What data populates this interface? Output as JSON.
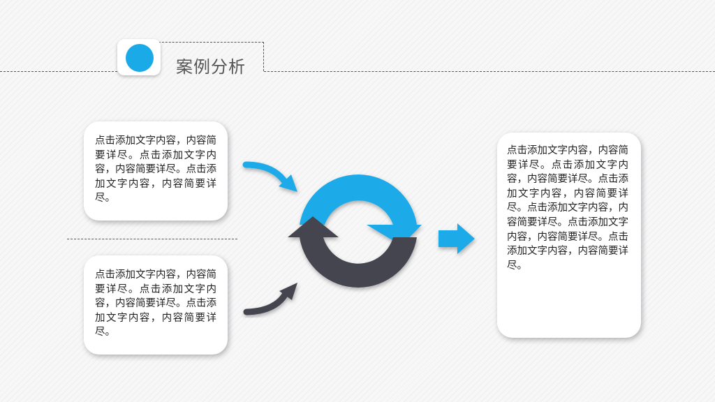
{
  "header": {
    "title": "案例分析"
  },
  "cards": {
    "top_left": "点击添加文字内容，内容简要详尽。点击添加文字内容，内容简要详尽。点击添加文字内容，内容简要详尽。",
    "bottom_left": "点击添加文字内容，内容简要详尽。点击添加文字内容，内容简要详尽。点击添加文字内容，内容简要详尽。",
    "right": "点击添加文字内容，内容简要详尽。点击添加文字内容，内容简要详尽。点击添加文字内容，内容简要详尽。点击添加文字内容，内容简要详尽。点击添加文字内容，内容简要详尽。点击添加文字内容，内容简要详尽。"
  },
  "colors": {
    "accent_blue": "#1aaae8",
    "dark_gray": "#45444f",
    "card_bg": "#ffffff",
    "background": "#f7f7f8"
  },
  "icons": {
    "cycle": "circular-arrows-icon",
    "right_arrow": "arrow-right-icon",
    "curved_top": "curved-arrow-down-icon",
    "curved_bottom": "curved-arrow-up-icon"
  }
}
